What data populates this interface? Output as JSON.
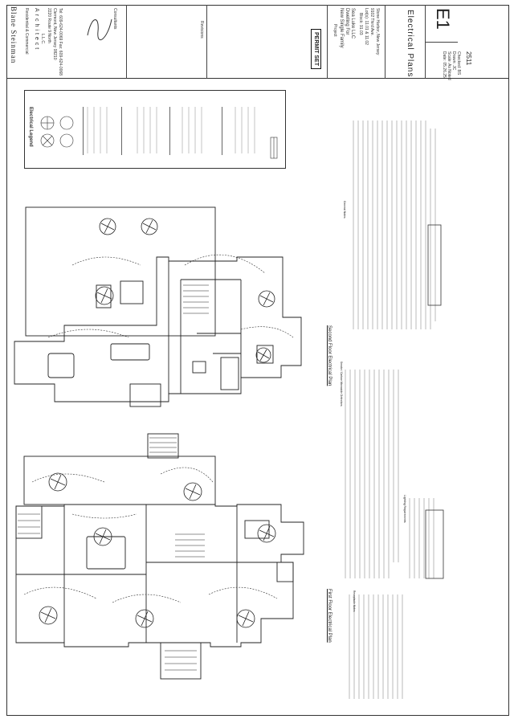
{
  "firm": {
    "name": "Blane Steinman",
    "subtitle": "Residential & Commercial",
    "role": "Architect",
    "llc": "L.L.C.",
    "address1": "2220 Route 9 North",
    "address2": "Clermont, New Jersey 08210",
    "phone": "Tel: 609-624-0069  Fax: 609-624-0068"
  },
  "consultants_label": "Consultants",
  "revisions_label": "Revisions",
  "permit_stamp": "PERMIT SET",
  "project": {
    "label": "Project",
    "line1": "New Single Family",
    "line2": "Dwelling For",
    "line3": "Sea Luke LLC",
    "block": "Block: 91.03",
    "lot": "Lot(s): 11.01 & 11.02",
    "address": "9102 Third Ave.",
    "city": "Stone Harbor, New Jersey"
  },
  "drawing_title": "Electrical Plans",
  "sheet_number": "E1",
  "date": "Date: 05.26.25",
  "scale": "Scale: As Noted",
  "drawn": "Drawn: JC",
  "checked": "Checked: BS",
  "job_number": "2511",
  "legend_title": "Electrical Legend",
  "plan_titles": {
    "first": "First Floor Electrical Plan",
    "second": "Second Floor Electrical Plan"
  },
  "notes_headers": {
    "general": "General Notes",
    "smoke": "Smoke / Carbon Monoxide Detectors",
    "lighting": "Lighting Requirements",
    "receptacle": "Receptacle Notes"
  }
}
